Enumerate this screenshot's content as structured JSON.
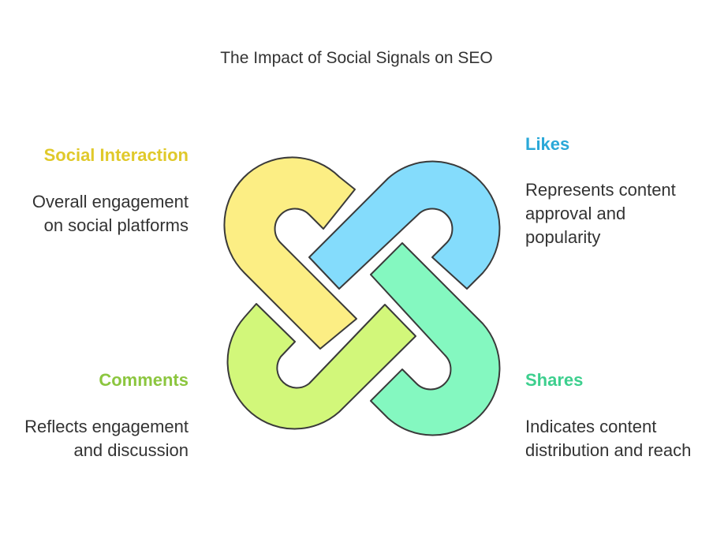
{
  "title": "The Impact of Social Signals on SEO",
  "items": [
    {
      "heading": "Social Interaction",
      "description": "Overall engagement on social platforms",
      "color": "#e0c92a",
      "fill": "#fcee84"
    },
    {
      "heading": "Likes",
      "description": "Represents content approval and popularity",
      "color": "#2aa8d8",
      "fill": "#84dcfc"
    },
    {
      "heading": "Comments",
      "description": "Reflects engagement and discussion",
      "color": "#8cc63f",
      "fill": "#d2f77a"
    },
    {
      "heading": "Shares",
      "description": "Indicates content distribution and reach",
      "color": "#3dcf8e",
      "fill": "#84f8c0"
    }
  ]
}
